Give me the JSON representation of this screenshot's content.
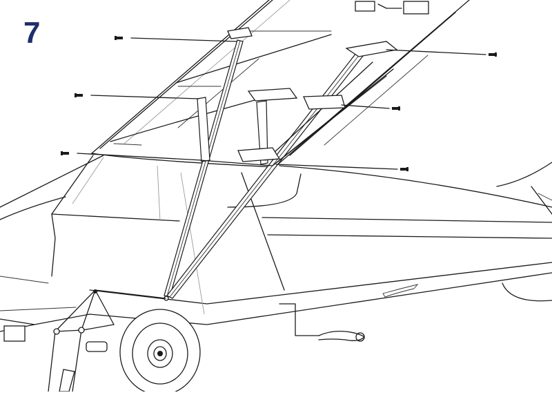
{
  "step": {
    "number": "7"
  },
  "colors": {
    "step_number": "#1f2f6b",
    "line_art": "#1a1a1a"
  },
  "parts": [
    "wing",
    "fuselage",
    "wing-struts",
    "jury-struts",
    "strut-screws",
    "strut-brackets",
    "landing-gear",
    "wheel",
    "clip"
  ]
}
